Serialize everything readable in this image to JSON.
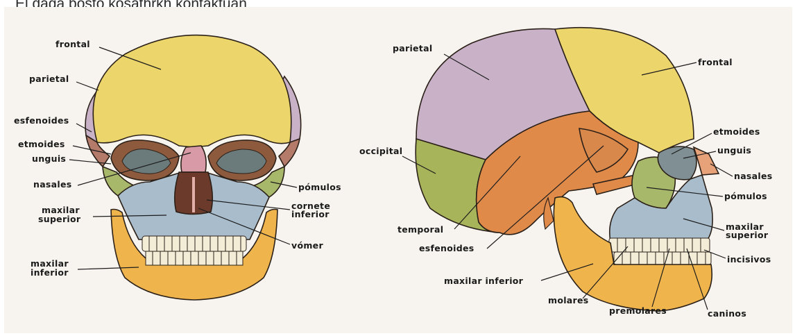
{
  "top_caption": "El daga bosto kosathrkh kontaktuan",
  "front_view": {
    "labels": {
      "frontal": "frontal",
      "parietal": "parietal",
      "esfenoides": "esfenoides",
      "etmoides": "etmoides",
      "unguis": "unguis",
      "nasales": "nasales",
      "pomulos": "pómulos",
      "cornete_inferior_1": "cornete",
      "cornete_inferior_2": "inferior",
      "maxilar_superior_1": "maxilar",
      "maxilar_superior_2": "superior",
      "vomer": "vómer",
      "maxilar_inferior_1": "maxilar",
      "maxilar_inferior_2": "inferior"
    }
  },
  "side_view": {
    "labels": {
      "parietal": "parietal",
      "frontal": "frontal",
      "occipital": "occipital",
      "etmoides": "etmoides",
      "unguis": "unguis",
      "nasales": "nasales",
      "pomulos": "pómulos",
      "maxilar_superior_1": "maxilar",
      "maxilar_superior_2": "superior",
      "temporal": "temporal",
      "esfenoides": "esfenoides",
      "incisivos": "incisivos",
      "maxilar_inferior": "maxilar inferior",
      "molares": "molares",
      "premolares": "premolares",
      "caninos": "caninos"
    }
  },
  "colors": {
    "frontal": "#ecd56a",
    "parietal": "#c9b2c8",
    "occipital": "#a8b45a",
    "temporal": "#e08a4a",
    "maxilar": "#a9bccb",
    "mandible": "#f0b44c",
    "zygomatic": "#a8b86a",
    "nasal": "#d89aa6",
    "esfenoides": "#b47a6a",
    "teeth": "#f3ecd6"
  }
}
